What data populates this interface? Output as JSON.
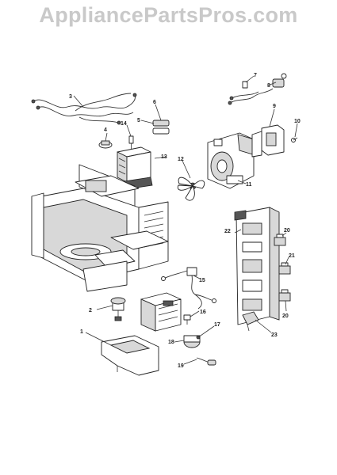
{
  "watermark": "AppliancePartsPros.com",
  "callouts": [
    {
      "id": "c1",
      "text": "1"
    },
    {
      "id": "c2",
      "text": "2"
    },
    {
      "id": "c3",
      "text": "3"
    },
    {
      "id": "c4",
      "text": "4"
    },
    {
      "id": "c5",
      "text": "5"
    },
    {
      "id": "c6",
      "text": "6"
    },
    {
      "id": "c7",
      "text": "7"
    },
    {
      "id": "c8",
      "text": "8"
    },
    {
      "id": "c9",
      "text": "9"
    },
    {
      "id": "c10",
      "text": "10"
    },
    {
      "id": "c11",
      "text": "11"
    },
    {
      "id": "c12",
      "text": "12"
    },
    {
      "id": "c13",
      "text": "13"
    },
    {
      "id": "c14",
      "text": "14"
    },
    {
      "id": "c15",
      "text": "15"
    },
    {
      "id": "c16",
      "text": "16"
    },
    {
      "id": "c17",
      "text": "17"
    },
    {
      "id": "c18",
      "text": "18"
    },
    {
      "id": "c19",
      "text": "19"
    },
    {
      "id": "c20a",
      "text": "20"
    },
    {
      "id": "c20b",
      "text": "20"
    },
    {
      "id": "c21",
      "text": "21"
    },
    {
      "id": "c22",
      "text": "22"
    },
    {
      "id": "c23",
      "text": "23"
    }
  ]
}
